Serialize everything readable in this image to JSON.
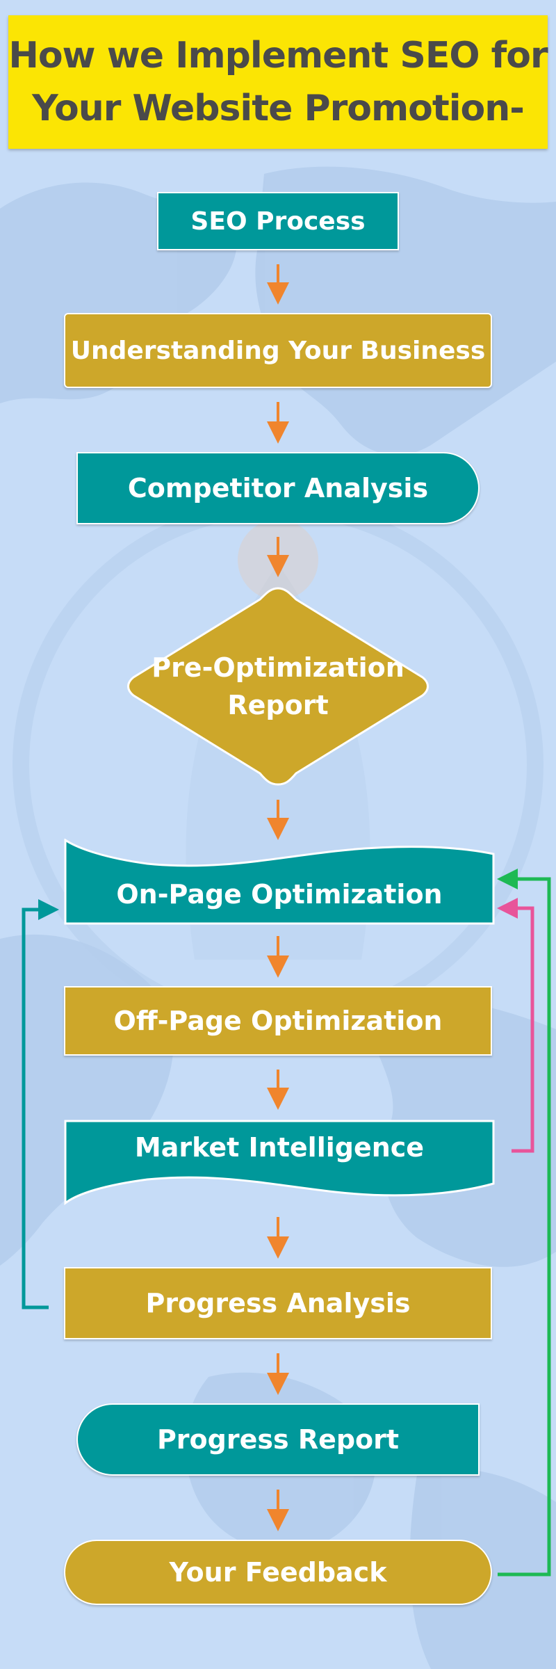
{
  "title": {
    "line1": "How we Implement SEO for",
    "line2": "Your Website Promotion-"
  },
  "steps": {
    "seo_process": "SEO Process",
    "understanding_business": "Understanding Your Business",
    "competitor_analysis": "Competitor Analysis",
    "pre_optimization_report": [
      "Pre-Optimization",
      "Report"
    ],
    "on_page_optimization": "On-Page Optimization",
    "off_page_optimization": "Off-Page Optimization",
    "market_intelligence": "Market Intelligence",
    "progress_analysis": "Progress Analysis",
    "progress_report": "Progress Report",
    "your_feedback": "Your Feedback"
  },
  "colors": {
    "background": "#c6dcf7",
    "title_bg": "#fbe504",
    "title_text": "#4a4a4a",
    "teal": "#00989a",
    "gold": "#cda72a",
    "arrow": "#f0852d",
    "loop_teal": "#00989a",
    "loop_pink": "#e8549a",
    "loop_green": "#1db954"
  }
}
